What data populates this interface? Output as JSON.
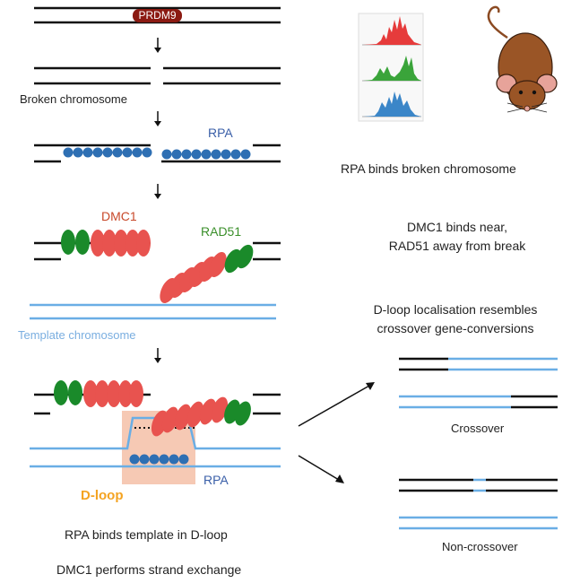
{
  "labels": {
    "prdm9": "PRDM9",
    "broken_chromosome": "Broken chromosome",
    "rpa_top": "RPA",
    "dmc1": "DMC1",
    "rad51": "RAD51",
    "template_chromosome": "Template chromosome",
    "dloop": "D-loop",
    "rpa_bottom": "RPA",
    "rpa_binds_template": "RPA binds template in D-loop",
    "dmc1_strand_exchange": "DMC1 performs strand exchange",
    "rpa_binds_broken": "RPA binds broken chromosome",
    "dmc1_binds_near": "DMC1 binds near,",
    "rad51_away": "RAD51 away from break",
    "dloop_loc_1": "D-loop localisation resembles",
    "dloop_loc_2": "crossover gene-conversions",
    "crossover": "Crossover",
    "noncrossover": "Non-crossover"
  },
  "colors": {
    "chromosome": "#111111",
    "template": "#6aaee5",
    "prdm9": "#8b1a12",
    "rpa": "#2e6fb3",
    "dmc1": "#e8534f",
    "rad51": "#1a8a2a",
    "dloop_box": "#f6c9b4",
    "dloop_text": "#f4a321",
    "dmc1_text": "#c8492a",
    "rad51_text": "#3a8f2a",
    "rpa_text": "#3a5fa8",
    "template_text": "#7aaee0",
    "mouse": "#8b4a22",
    "chip_red": "#e63b3b",
    "chip_green": "#3aa43a",
    "chip_blue": "#3b86c8"
  },
  "icons": [
    "mouse-icon",
    "chip-seq-tracks-icon",
    "arrow-down-icon",
    "arrow-diagonal-icon"
  ]
}
